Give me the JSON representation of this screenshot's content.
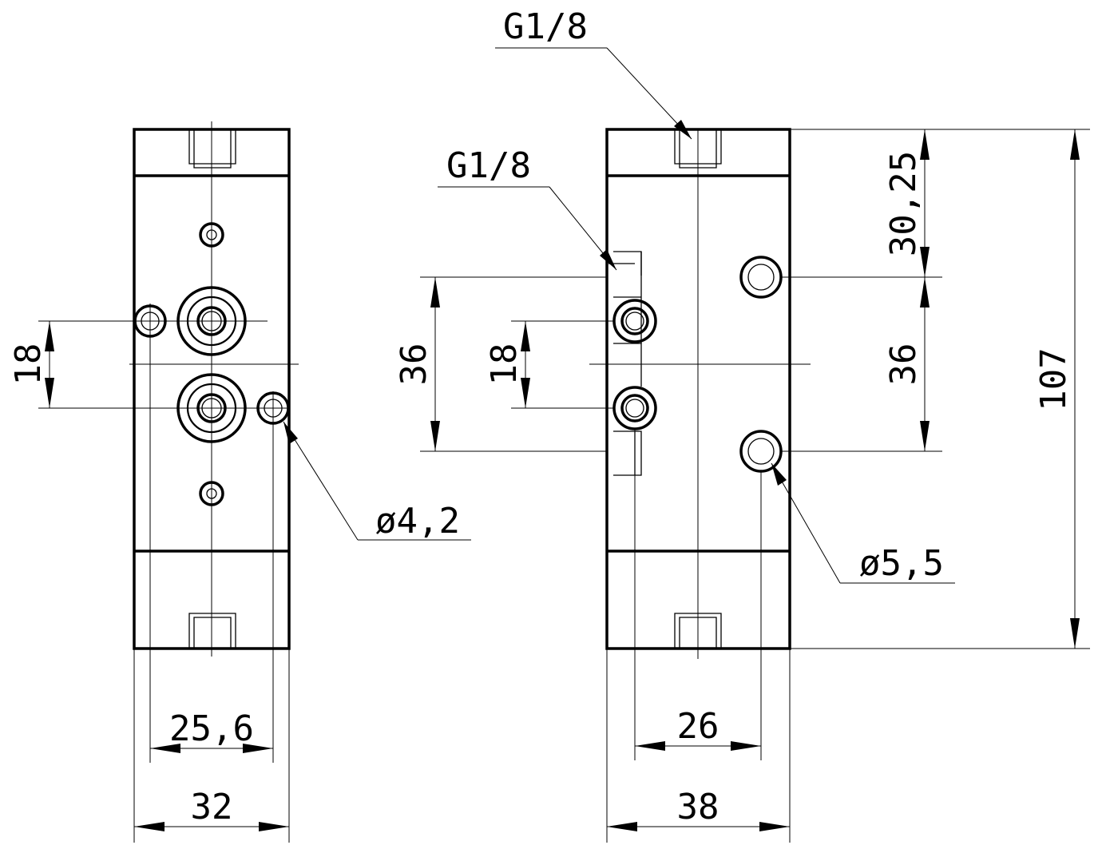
{
  "colors": {
    "line": "#000000",
    "background": "#ffffff"
  },
  "labels": {
    "thread_top": "G1/8",
    "thread_side": "G1/8",
    "left_pitch": "18",
    "left_hole_dia": "ø4,2",
    "left_inner_width": "25,6",
    "left_width": "32",
    "mid_spacing": "36",
    "mid_pitch": "18",
    "right_top_offset": "30,25",
    "right_spacing": "36",
    "right_height": "107",
    "right_hole_dia": "ø5,5",
    "right_inner_width": "26",
    "right_width": "38"
  }
}
